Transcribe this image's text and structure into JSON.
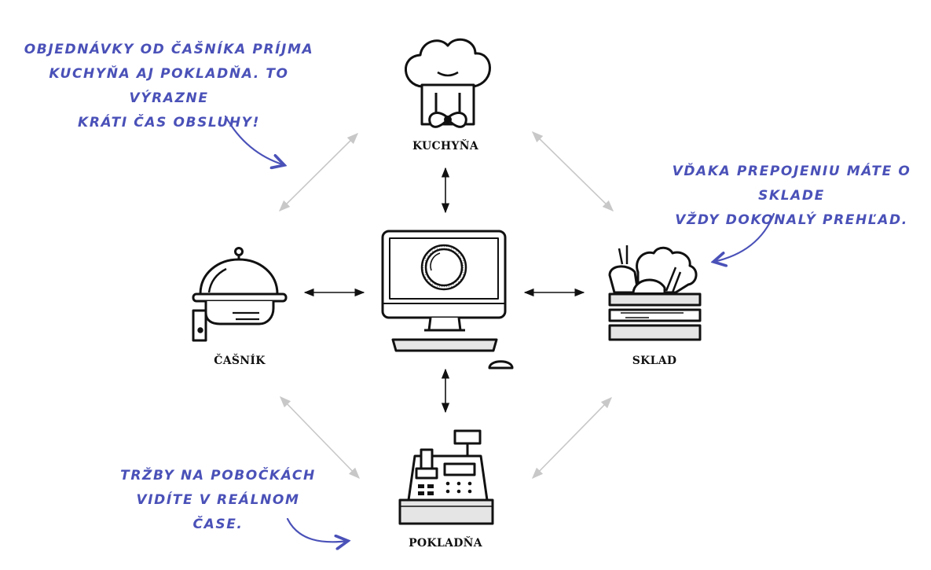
{
  "nodes": {
    "kitchen": "KUCHYŇA",
    "waiter": "ČAŠNÍK",
    "warehouse": "SKLAD",
    "register": "POKLADŇA"
  },
  "notes": {
    "top_left": [
      "OBJEDNÁVKY OD ČAŠNÍKA PRÍJMA",
      "KUCHYŇA AJ POKLADŇA. TO VÝRAZNE",
      "KRÁTI ČAS OBSLUHY!"
    ],
    "right": [
      "VĎAKA PREPOJENIU MÁTE O SKLADE",
      "VŽDY DOKONALÝ PREHĽAD."
    ],
    "bottom_left": [
      "TRŽBY NA POBOČKÁCH",
      "VIDÍTE V REÁLNOM ČASE."
    ]
  },
  "colors": {
    "note_text": "#4a51b8",
    "arrow_main": "#111111",
    "arrow_secondary": "#c8c8c8"
  },
  "icons": [
    "chef-hat-icon",
    "serving-cloche-icon",
    "computer-monitor-icon",
    "vegetable-crate-icon",
    "cash-register-icon"
  ]
}
